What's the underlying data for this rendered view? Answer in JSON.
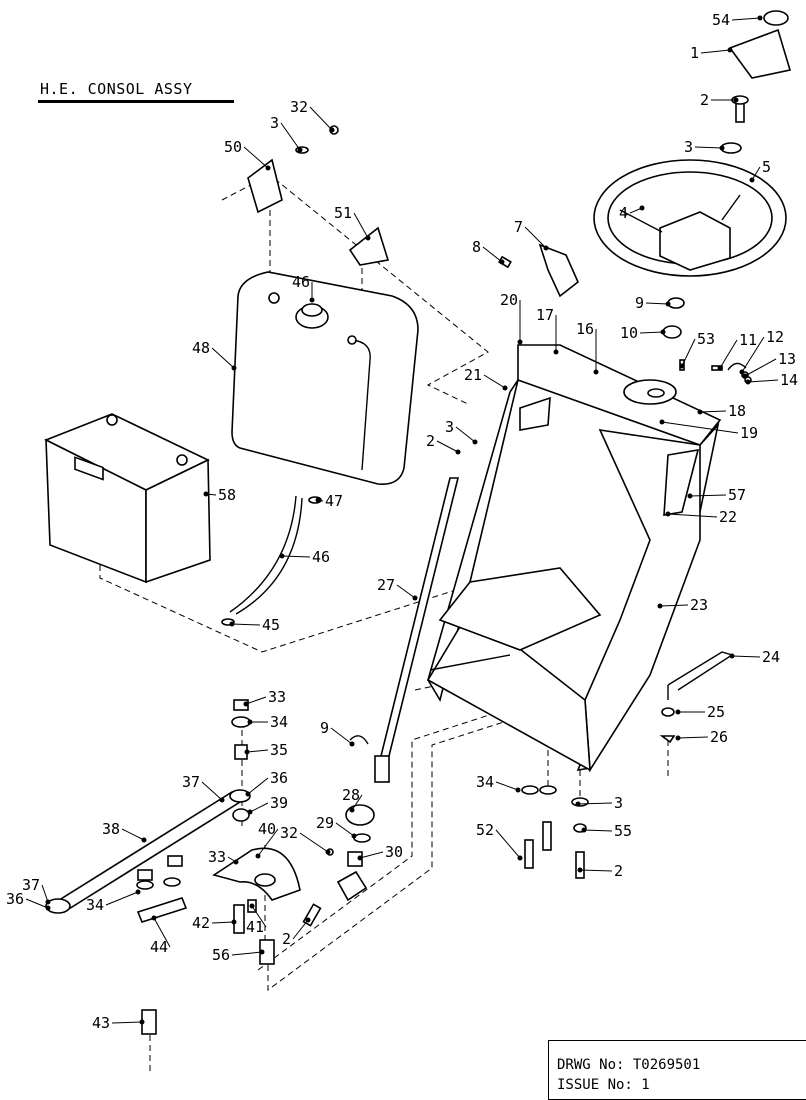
{
  "drawing": {
    "title": "H.E. CONSOL ASSY",
    "drwg_label": "DRWG No:",
    "drwg_number": "T0269501",
    "issue_label": "ISSUE No:",
    "issue_number": "1"
  },
  "callouts": [
    {
      "text": "54"
    },
    {
      "text": "1"
    },
    {
      "text": "2"
    },
    {
      "text": "3"
    },
    {
      "text": "5"
    },
    {
      "text": "4"
    },
    {
      "text": "7"
    },
    {
      "text": "8"
    },
    {
      "text": "9"
    },
    {
      "text": "10"
    },
    {
      "text": "53"
    },
    {
      "text": "11"
    },
    {
      "text": "12"
    },
    {
      "text": "13"
    },
    {
      "text": "14"
    },
    {
      "text": "18"
    },
    {
      "text": "19"
    },
    {
      "text": "20"
    },
    {
      "text": "17"
    },
    {
      "text": "16"
    },
    {
      "text": "21"
    },
    {
      "text": "3"
    },
    {
      "text": "2"
    },
    {
      "text": "57"
    },
    {
      "text": "22"
    },
    {
      "text": "23"
    },
    {
      "text": "24"
    },
    {
      "text": "25"
    },
    {
      "text": "26"
    },
    {
      "text": "27"
    },
    {
      "text": "32"
    },
    {
      "text": "3"
    },
    {
      "text": "50"
    },
    {
      "text": "51"
    },
    {
      "text": "46"
    },
    {
      "text": "48"
    },
    {
      "text": "58"
    },
    {
      "text": "47"
    },
    {
      "text": "46"
    },
    {
      "text": "45"
    },
    {
      "text": "33"
    },
    {
      "text": "34"
    },
    {
      "text": "35"
    },
    {
      "text": "36"
    },
    {
      "text": "37"
    },
    {
      "text": "39"
    },
    {
      "text": "38"
    },
    {
      "text": "40"
    },
    {
      "text": "32"
    },
    {
      "text": "33"
    },
    {
      "text": "29"
    },
    {
      "text": "28"
    },
    {
      "text": "30"
    },
    {
      "text": "9"
    },
    {
      "text": "37"
    },
    {
      "text": "36"
    },
    {
      "text": "34"
    },
    {
      "text": "44"
    },
    {
      "text": "42"
    },
    {
      "text": "41"
    },
    {
      "text": "2"
    },
    {
      "text": "56"
    },
    {
      "text": "43"
    },
    {
      "text": "34"
    },
    {
      "text": "52"
    },
    {
      "text": "3"
    },
    {
      "text": "55"
    },
    {
      "text": "2"
    }
  ]
}
